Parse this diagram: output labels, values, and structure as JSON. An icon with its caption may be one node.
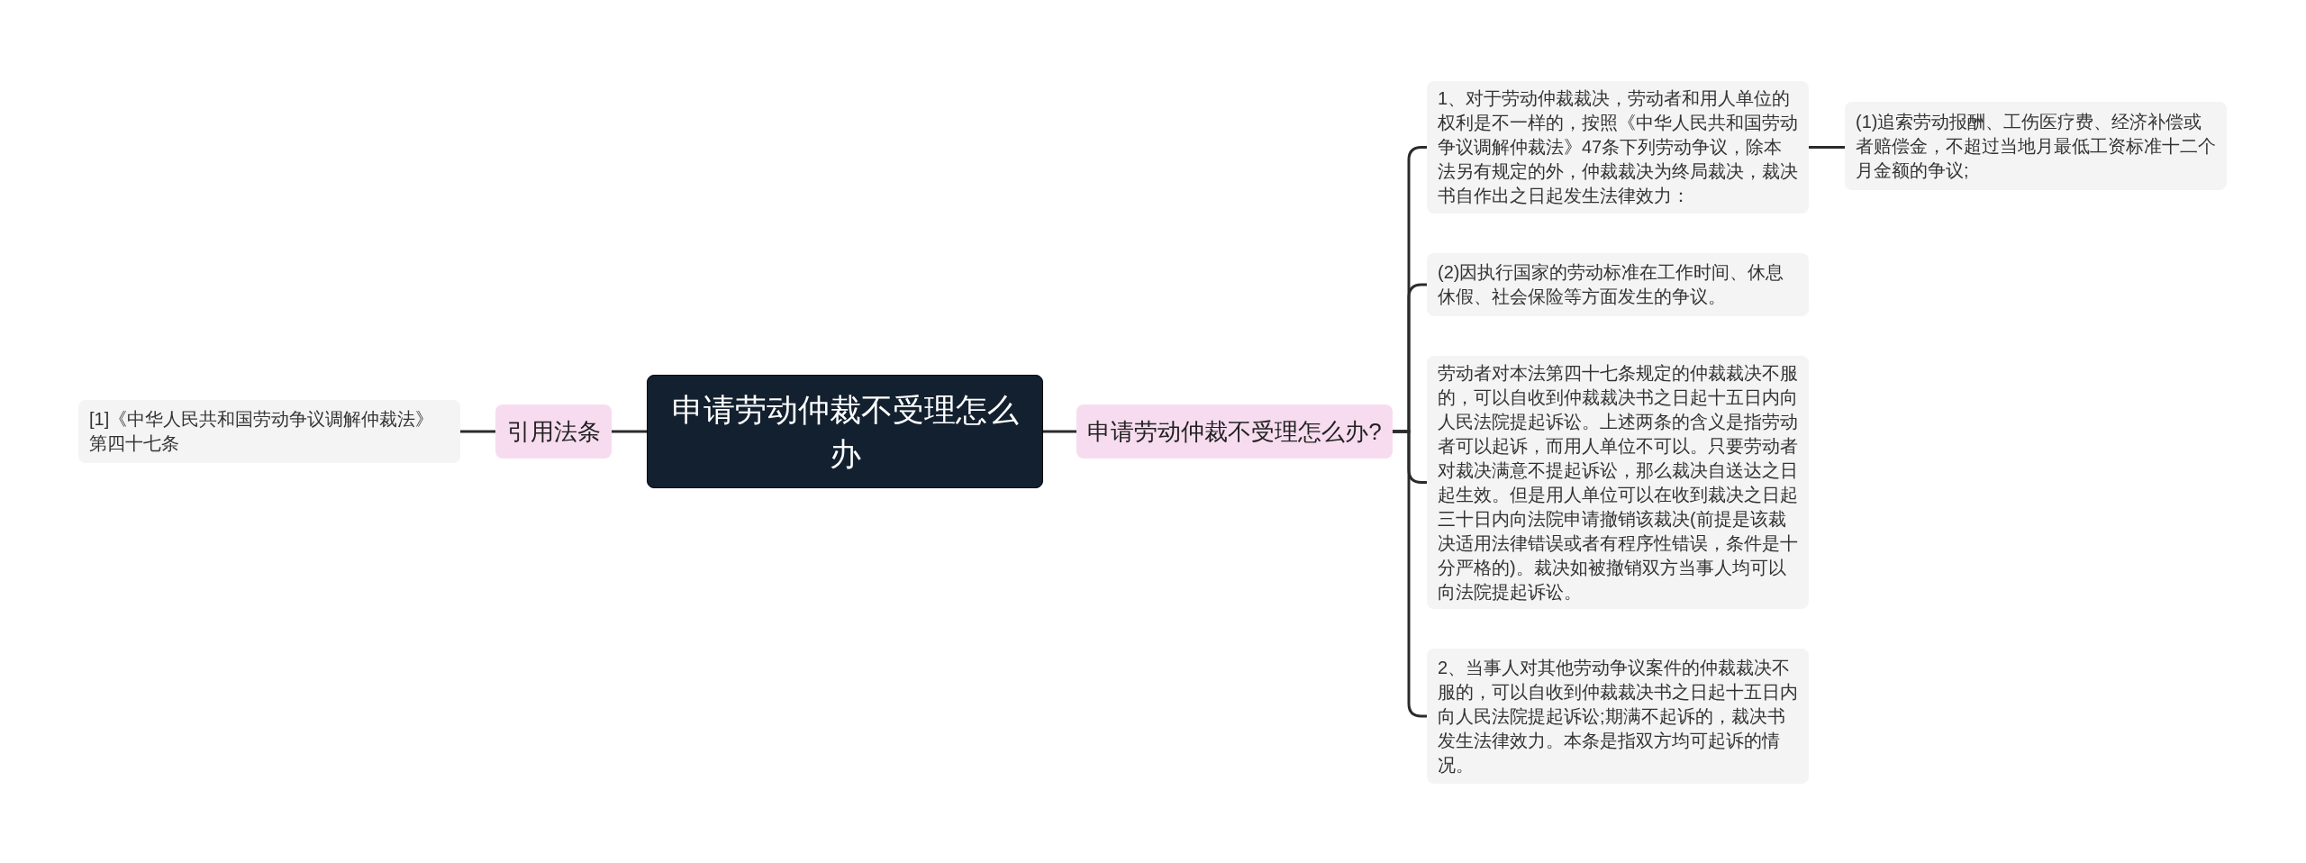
{
  "diagram": {
    "nodes": [
      {
        "text": [
          "申请劳动仲裁不受理怎么办"
        ]
      },
      {
        "text": [
          "申请劳动仲裁不受理怎么办?"
        ]
      },
      {
        "text": [
          "1、对于劳动仲裁裁决，劳动者和用人单位的权利是不一样的，按照《中华人民共和国劳动争议调解仲裁法》47条下列劳动争议，除本法另有规定的外，仲裁裁决为终局裁决，裁决书自作出之日起发生法律效力："
        ]
      },
      {
        "text": [
          "(1)追索劳动报酬、工伤医疗费、经济补偿或者赔偿金，不超过当地月最低工资标准十二个月金额的争议;"
        ]
      },
      {
        "text": [
          "(2)因执行国家的劳动标准在工作时间、休息休假、社会保险等方面发生的争议。"
        ]
      },
      {
        "text": [
          "劳动者对本法第四十七条规定的仲裁裁决不服的，可以自收到仲裁裁决书之日起十五日内向人民法院提起诉讼。上述两条的含义是指劳动者可以起诉，而用人单位不可以。只要劳动者对裁决满意不提起诉讼，那么裁决自送达之日起生效。但是用人单位可以在收到裁决之日起三十日内向法院申请撤销该裁决(前提是该裁决适用法律错误或者有程序性错误，条件是十分严格的)。裁决如被撤销双方当事人均可以向法院提起诉讼。"
        ]
      },
      {
        "text": [
          "2、当事人对其他劳动争议案件的仲裁裁决不服的，可以自收到仲裁裁决书之日起十五日内向人民法院提起诉讼;期满不起诉的，裁决书发生法律效力。本条是指双方均可起诉的情况。"
        ]
      },
      {
        "text": [
          "引用法条"
        ]
      },
      {
        "text": [
          "[1]《中华人民共和国劳动争议调解仲裁法》第四十七条"
        ]
      }
    ],
    "edges": [
      {
        "from": 0,
        "to": 1,
        "arrow": "none"
      },
      {
        "from": 1,
        "to": 2,
        "arrow": "none"
      },
      {
        "from": 2,
        "to": 3,
        "arrow": "none"
      },
      {
        "from": 1,
        "to": 4,
        "arrow": "none"
      },
      {
        "from": 1,
        "to": 5,
        "arrow": "none"
      },
      {
        "from": 1,
        "to": 6,
        "arrow": "none"
      },
      {
        "from": 0,
        "to": 7,
        "arrow": "none"
      },
      {
        "from": 7,
        "to": 8,
        "arrow": "none"
      }
    ]
  }
}
